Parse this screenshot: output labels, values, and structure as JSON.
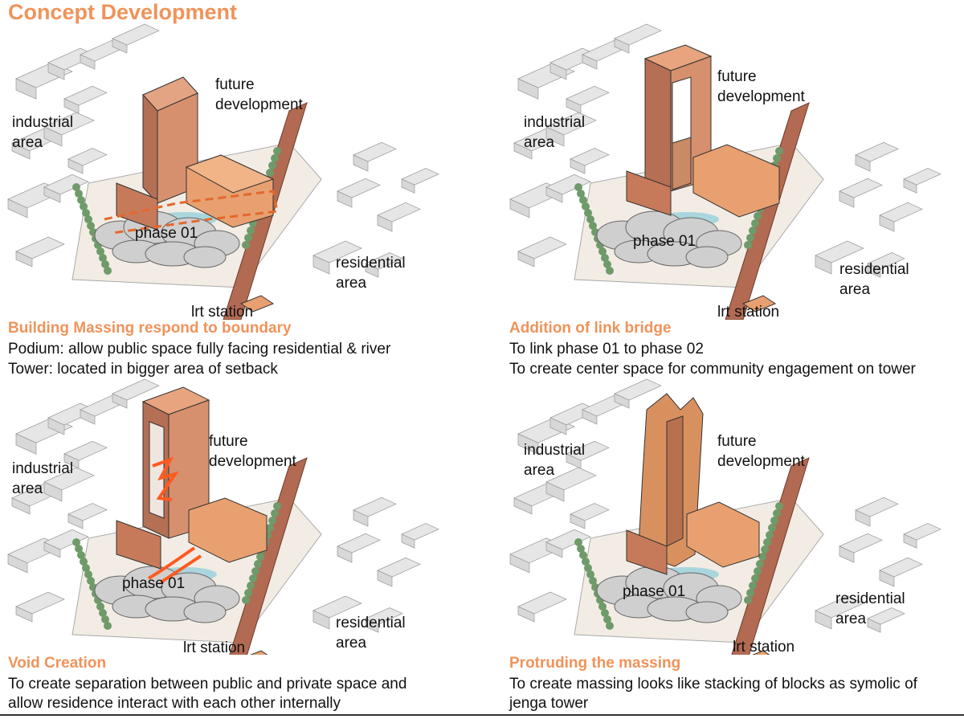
{
  "title": "Concept Development",
  "labels": {
    "future": "future\ndevelopment",
    "industrial": "industrial\narea",
    "residential": "residential\narea",
    "phase": "phase 01",
    "lrt": "lrt station"
  },
  "panels": [
    {
      "id": "massing",
      "caption_title": "Building Massing respond to boundary",
      "caption_lines": [
        "Podium: allow public space fully facing residential & river",
        "Tower: located in bigger area of setback"
      ]
    },
    {
      "id": "link-bridge",
      "caption_title": "Addition of link bridge",
      "caption_lines": [
        "To link phase 01 to phase 02",
        "To create center space for community engagement on tower"
      ]
    },
    {
      "id": "void",
      "caption_title": "Void Creation",
      "caption_lines": [
        "To create separation between public and private space and",
        "allow residence interact with each other internally"
      ]
    },
    {
      "id": "protruding",
      "caption_title": "Protruding the massing",
      "caption_lines": [
        "To create massing looks like stacking of blocks as symolic of",
        "jenga tower"
      ]
    }
  ],
  "colors": {
    "accent": "#f0935a",
    "tower": "#d99070",
    "tower_side": "#b06a50",
    "podium": "#e8a070",
    "ground_block": "#d8d8d8",
    "cloud": "#cfcfcf",
    "tree": "#6f9a6a",
    "road": "#b36a52",
    "water": "#a9d6dc",
    "void_line": "#ff5a1f"
  }
}
